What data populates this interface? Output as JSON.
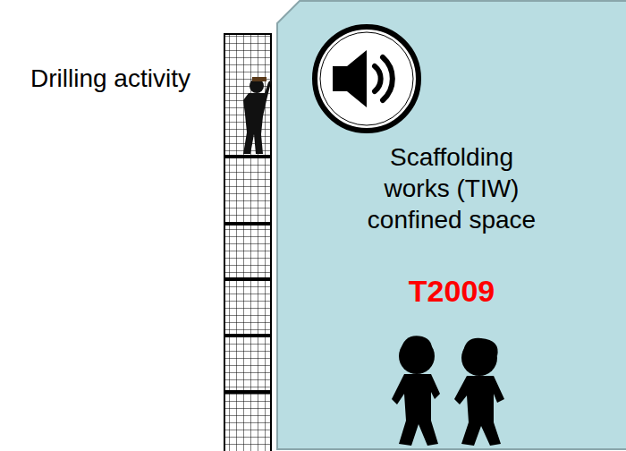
{
  "diagram": {
    "nodes": [
      {
        "text": [
          "Scaffolding works (TIW) confined space",
          "T2009"
        ]
      }
    ],
    "labels": [
      "Drilling activity"
    ]
  }
}
